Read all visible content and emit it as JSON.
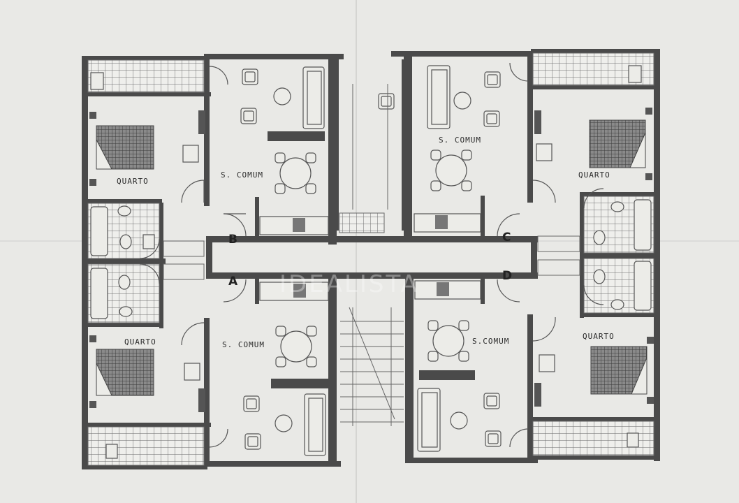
{
  "plan": {
    "room_labels": {
      "quarto_tl": "QUARTO",
      "sala_tl": "S. COMUM",
      "sala_tr": "S. COMUM",
      "quarto_tr": "QUARTO",
      "quarto_bl": "QUARTO",
      "sala_bl": "S. COMUM",
      "sala_br": "S.COMUM",
      "quarto_br": "QUARTO"
    },
    "unit_labels": {
      "a": "A",
      "b": "B",
      "c": "C",
      "d": "D"
    },
    "watermark": "IDEALISTA"
  },
  "colors": {
    "paper": "#e9e9e6",
    "wall": "#4a4a4a",
    "ink": "#555555"
  }
}
